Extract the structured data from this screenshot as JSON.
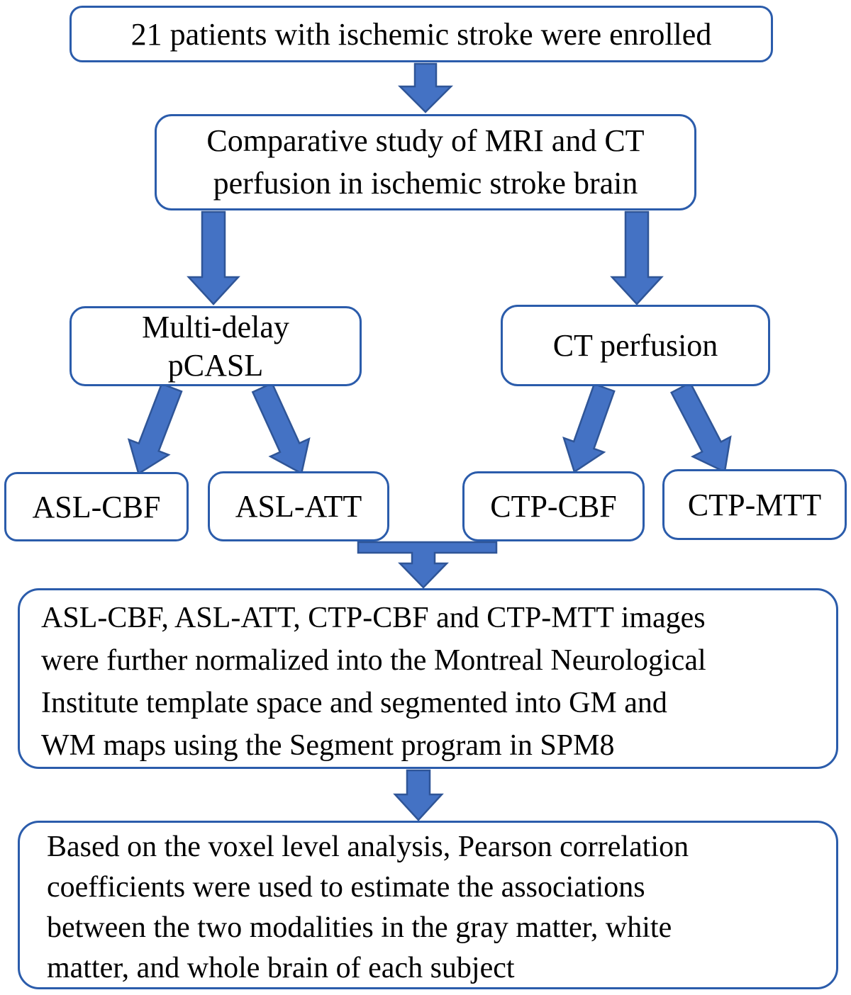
{
  "diagram": {
    "title": "Study workflow flowchart: comparison of MRI (multi-delay pCASL) and CT perfusion in ischemic stroke",
    "nodes": {
      "enrolled": {
        "text": "21 patients with ischemic stroke were enrolled"
      },
      "comparative": {
        "lines": [
          "Comparative study of MRI and CT",
          "perfusion in ischemic stroke brain"
        ]
      },
      "pcasl": {
        "lines": [
          "Multi-delay",
          "pCASL"
        ]
      },
      "ctp": {
        "text": "CT perfusion"
      },
      "asl_cbf": {
        "text": "ASL-CBF"
      },
      "asl_att": {
        "text": "ASL-ATT"
      },
      "ctp_cbf": {
        "text": "CTP-CBF"
      },
      "ctp_mtt": {
        "text": "CTP-MTT"
      },
      "normalize": {
        "lines": [
          "ASL-CBF, ASL-ATT, CTP-CBF and CTP-MTT images",
          "were further normalized into the Montreal Neurological",
          "Institute template space and segmented into GM and",
          "WM maps using the Segment program in SPM8"
        ]
      },
      "analysis": {
        "lines": [
          "Based on the voxel level analysis, Pearson correlation",
          "coefficients were used to estimate the associations",
          "between the two modalities in the gray matter, white",
          "matter, and whole brain of each subject"
        ]
      }
    },
    "connections": [
      {
        "from": "enrolled",
        "to": "comparative"
      },
      {
        "from": "comparative",
        "to": "pcasl"
      },
      {
        "from": "comparative",
        "to": "ctp"
      },
      {
        "from": "pcasl",
        "to": "asl_cbf"
      },
      {
        "from": "pcasl",
        "to": "asl_att"
      },
      {
        "from": "ctp",
        "to": "ctp_cbf"
      },
      {
        "from": "ctp",
        "to": "ctp_mtt"
      },
      {
        "from": "asl_cbf,asl_att,ctp_cbf,ctp_mtt",
        "to": "normalize"
      },
      {
        "from": "normalize",
        "to": "analysis"
      }
    ],
    "colors": {
      "arrow_fill": "#4472c4",
      "arrow_stroke": "#2f5597",
      "box_border": "#2b5cab",
      "text": "#000000",
      "background": "#ffffff"
    }
  }
}
